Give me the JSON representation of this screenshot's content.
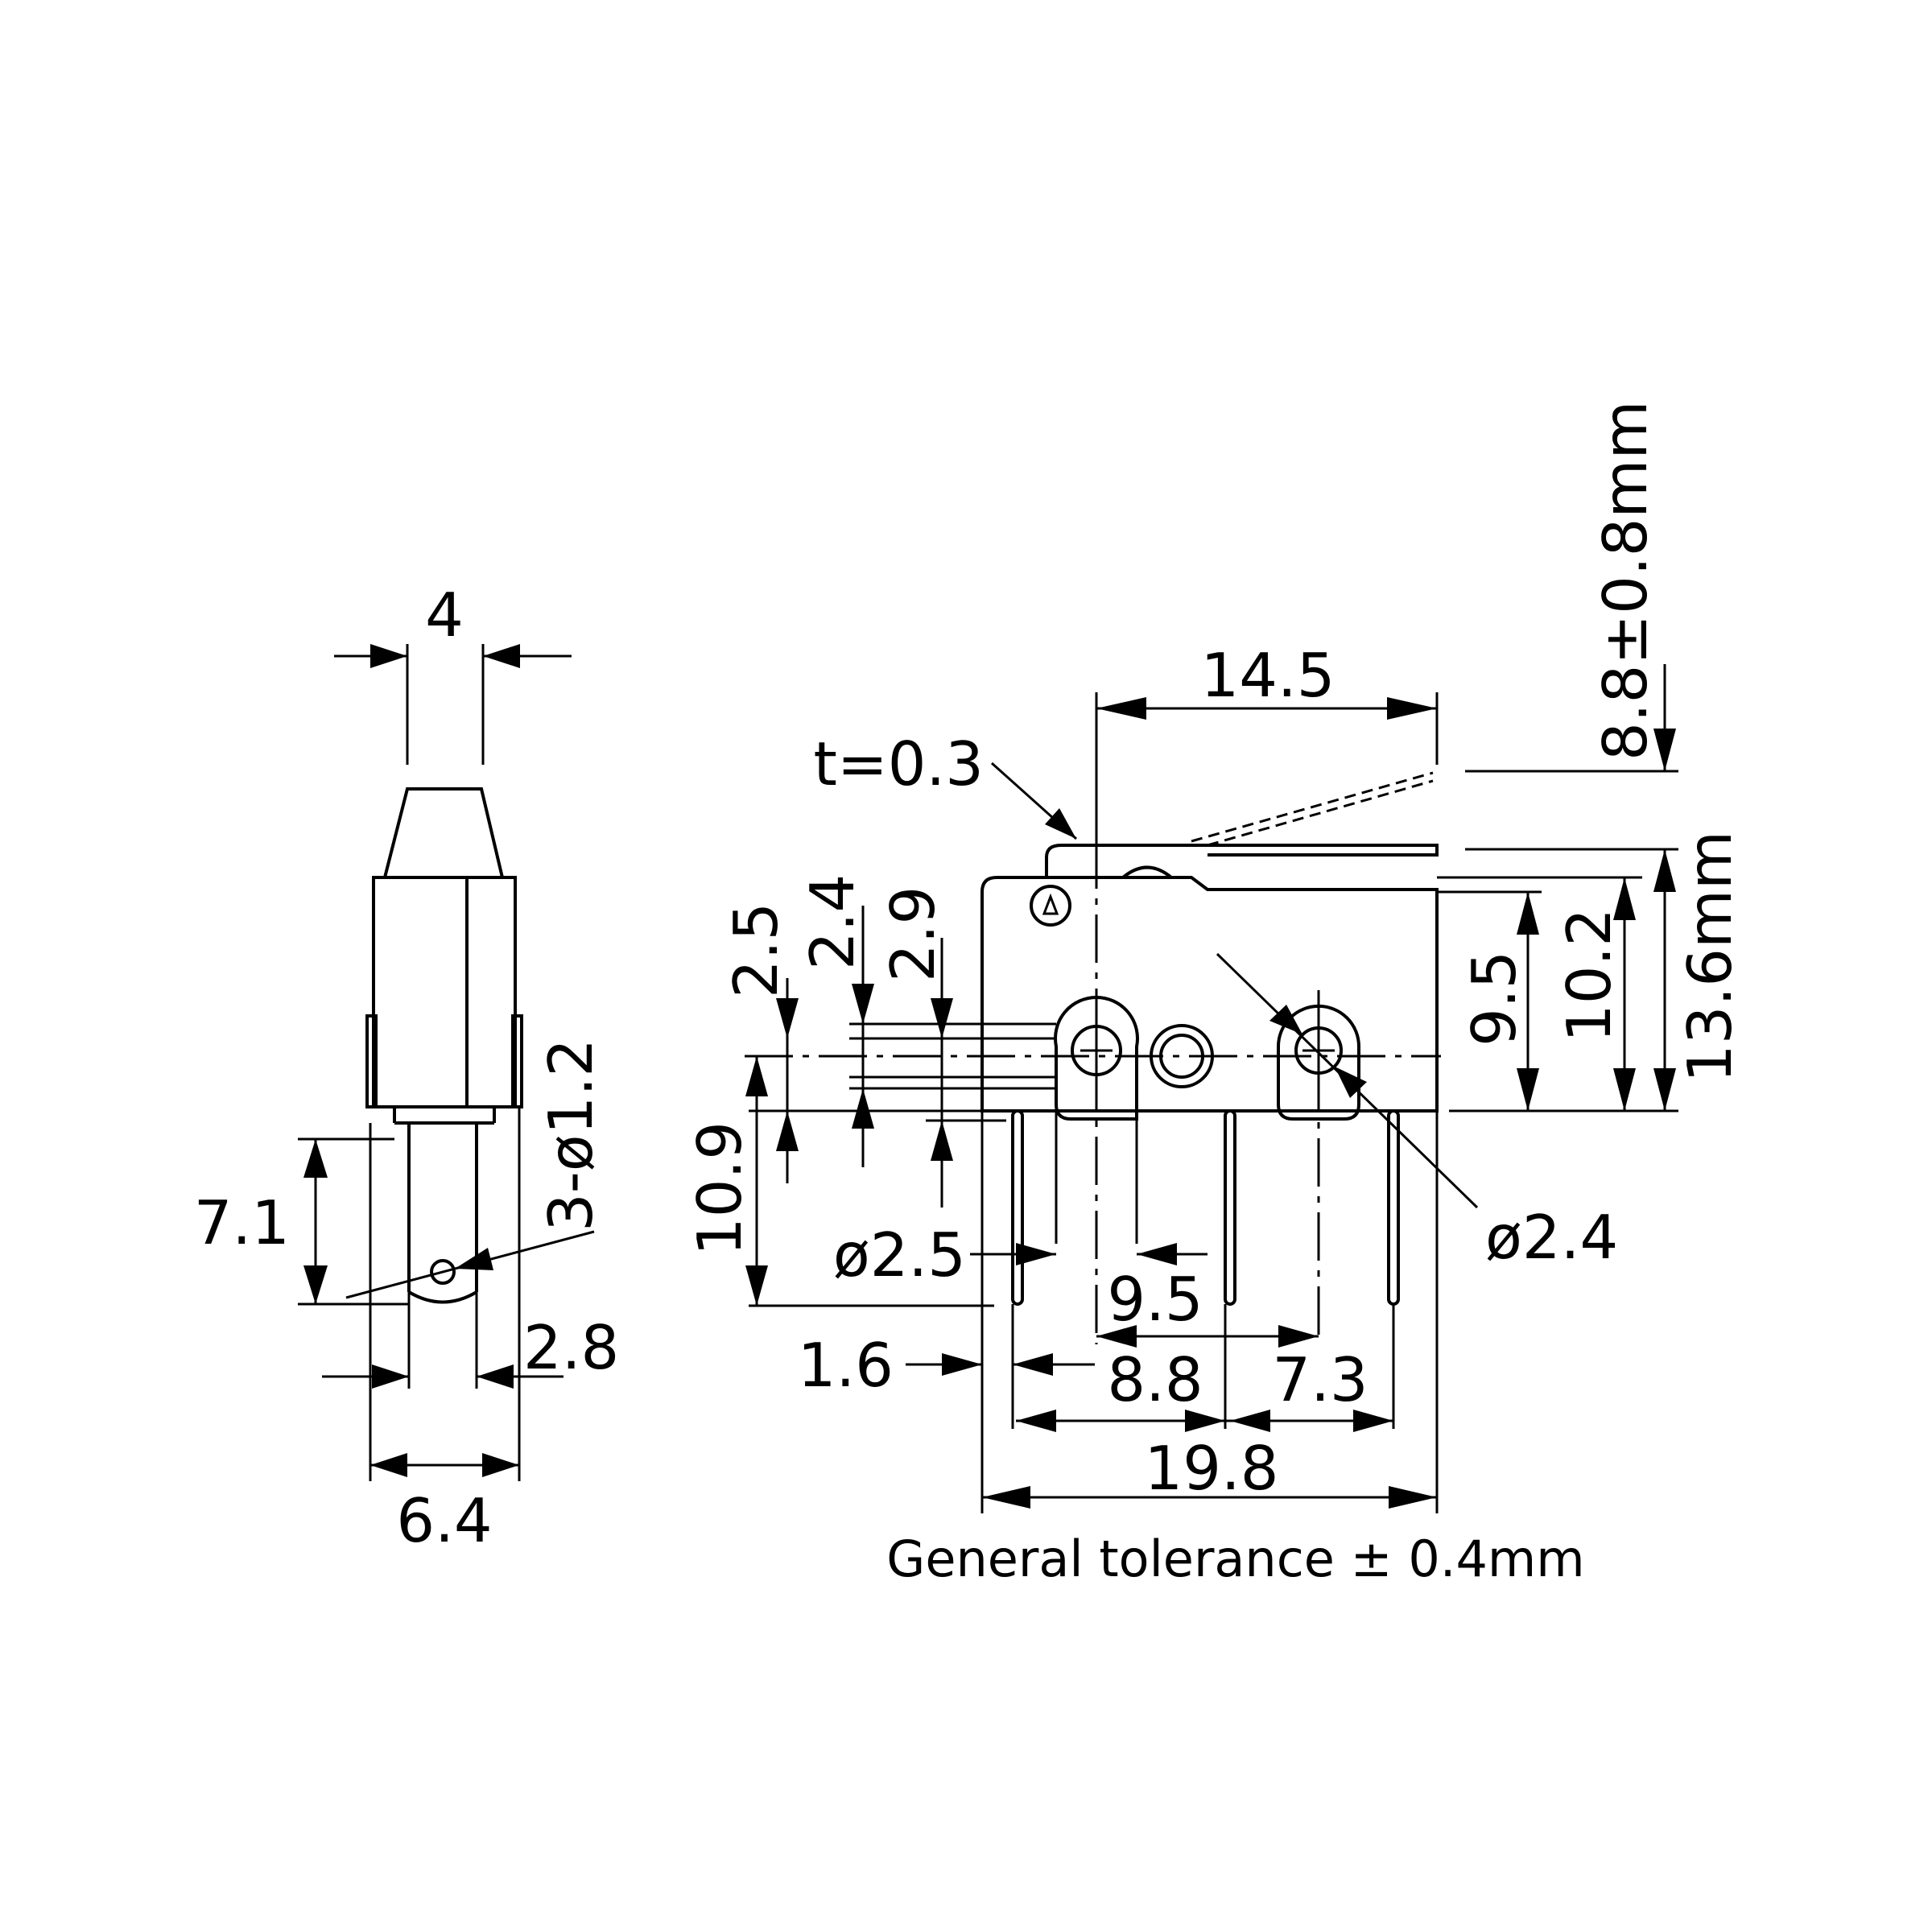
{
  "side_view": {
    "dim_width_top": "4",
    "dim_height_pin": "7.1",
    "dim_holes": "3-ø1.2",
    "dim_offset": "2.8",
    "dim_width_body": "6.4"
  },
  "front_view": {
    "dim_thickness": "t=0.3",
    "dim_lever_len": "14.5",
    "dim_travel": "8.8±0.8mm",
    "dim_lever_height": "13.6mm",
    "dim_2_5_v": "2.5",
    "dim_2_4_v": "2.4",
    "dim_2_9_v": "2.9",
    "dim_9_5_v": "9.5",
    "dim_10_2_v": "10.2",
    "dim_10_9_v": "10.9",
    "dim_hole_left": "ø2.5",
    "dim_hole_right": "ø2.4",
    "dim_9_5_h": "9.5",
    "dim_1_6": "1.6",
    "dim_8_8": "8.8",
    "dim_7_3": "7.3",
    "dim_19_8": "19.8"
  },
  "note": "General tolerance ± 0.4mm"
}
